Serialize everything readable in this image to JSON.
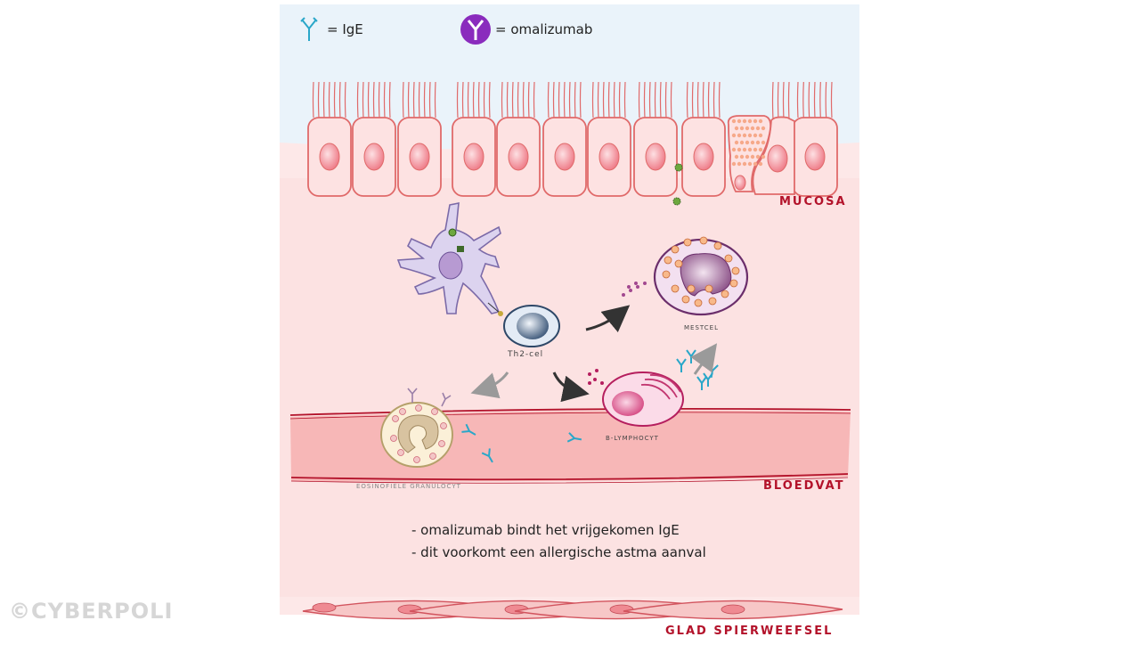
{
  "legend": {
    "ige_label": "= IgE",
    "omalizumab_label": "= omalizumab",
    "ige_color": "#2aa7c9",
    "omalizumab_color": "#8a2bbd"
  },
  "regions": {
    "mucosa": "MUCOSA",
    "bloodvessel": "BLOEDVAT",
    "smooth_muscle": "GLAD SPIERWEEFSEL"
  },
  "cells": {
    "th2": "Th2-cel",
    "mast": "MESTCEL",
    "b_lymphocyte": "B-LYMPHOCYT",
    "eosinophil": "EOSINOFIELE GRANULOCYT"
  },
  "notes": [
    "- omalizumab bindt het vrijgekomen IgE",
    "- dit voorkomt een allergische astma aanval"
  ],
  "watermark": "©CYBERPOLI",
  "colors": {
    "mucosa_bg": "#fde8e8",
    "lumen_bg": "#eaf3fa",
    "accent_red": "#b3122a",
    "cell_outline": "#e06a6a",
    "nucleus": "#f58f98"
  }
}
